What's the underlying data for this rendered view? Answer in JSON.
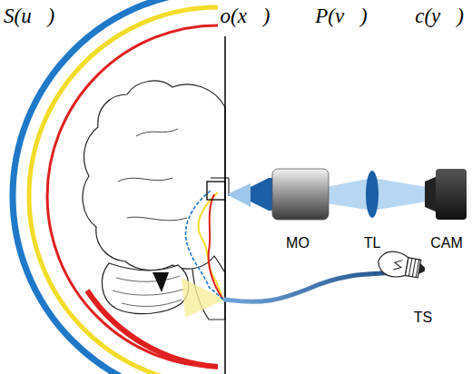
{
  "diagram": {
    "labels": [
      "S(u⃗)",
      "o(x⃗)",
      "P(v⃗)",
      "c(y⃗)",
      "MO",
      "TL",
      "CAM",
      "TS"
    ]
  }
}
